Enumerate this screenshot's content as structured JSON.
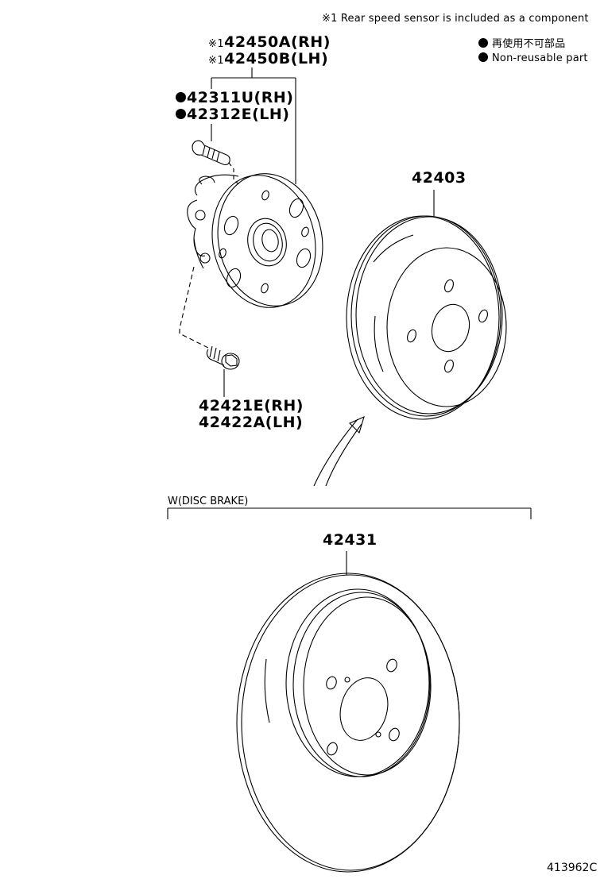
{
  "notes": {
    "component_note": "※1 Rear speed sensor is included as a component",
    "legend": [
      {
        "symbol": "filled-circle",
        "label_jp": "再使用不可部品"
      },
      {
        "symbol": "filled-circle",
        "label_en": "Non-reusable part"
      }
    ]
  },
  "parts": {
    "hub_assembly": {
      "mark": "※1",
      "lines": [
        "42450A(RH)",
        "42450B(LH)"
      ]
    },
    "hub_bolt": {
      "non_reusable": true,
      "lines": [
        "42311U(RH)",
        "42312E(LH)"
      ]
    },
    "mount_bolt": {
      "lines": [
        "42421E(RH)",
        "42422A(LH)"
      ]
    },
    "brake_drum": {
      "number": "42403"
    },
    "disc_rotor": {
      "number": "42431"
    }
  },
  "sections": {
    "disc_brake_label": "W(DISC BRAKE)"
  },
  "footer": {
    "diagram_id": "413962C"
  }
}
